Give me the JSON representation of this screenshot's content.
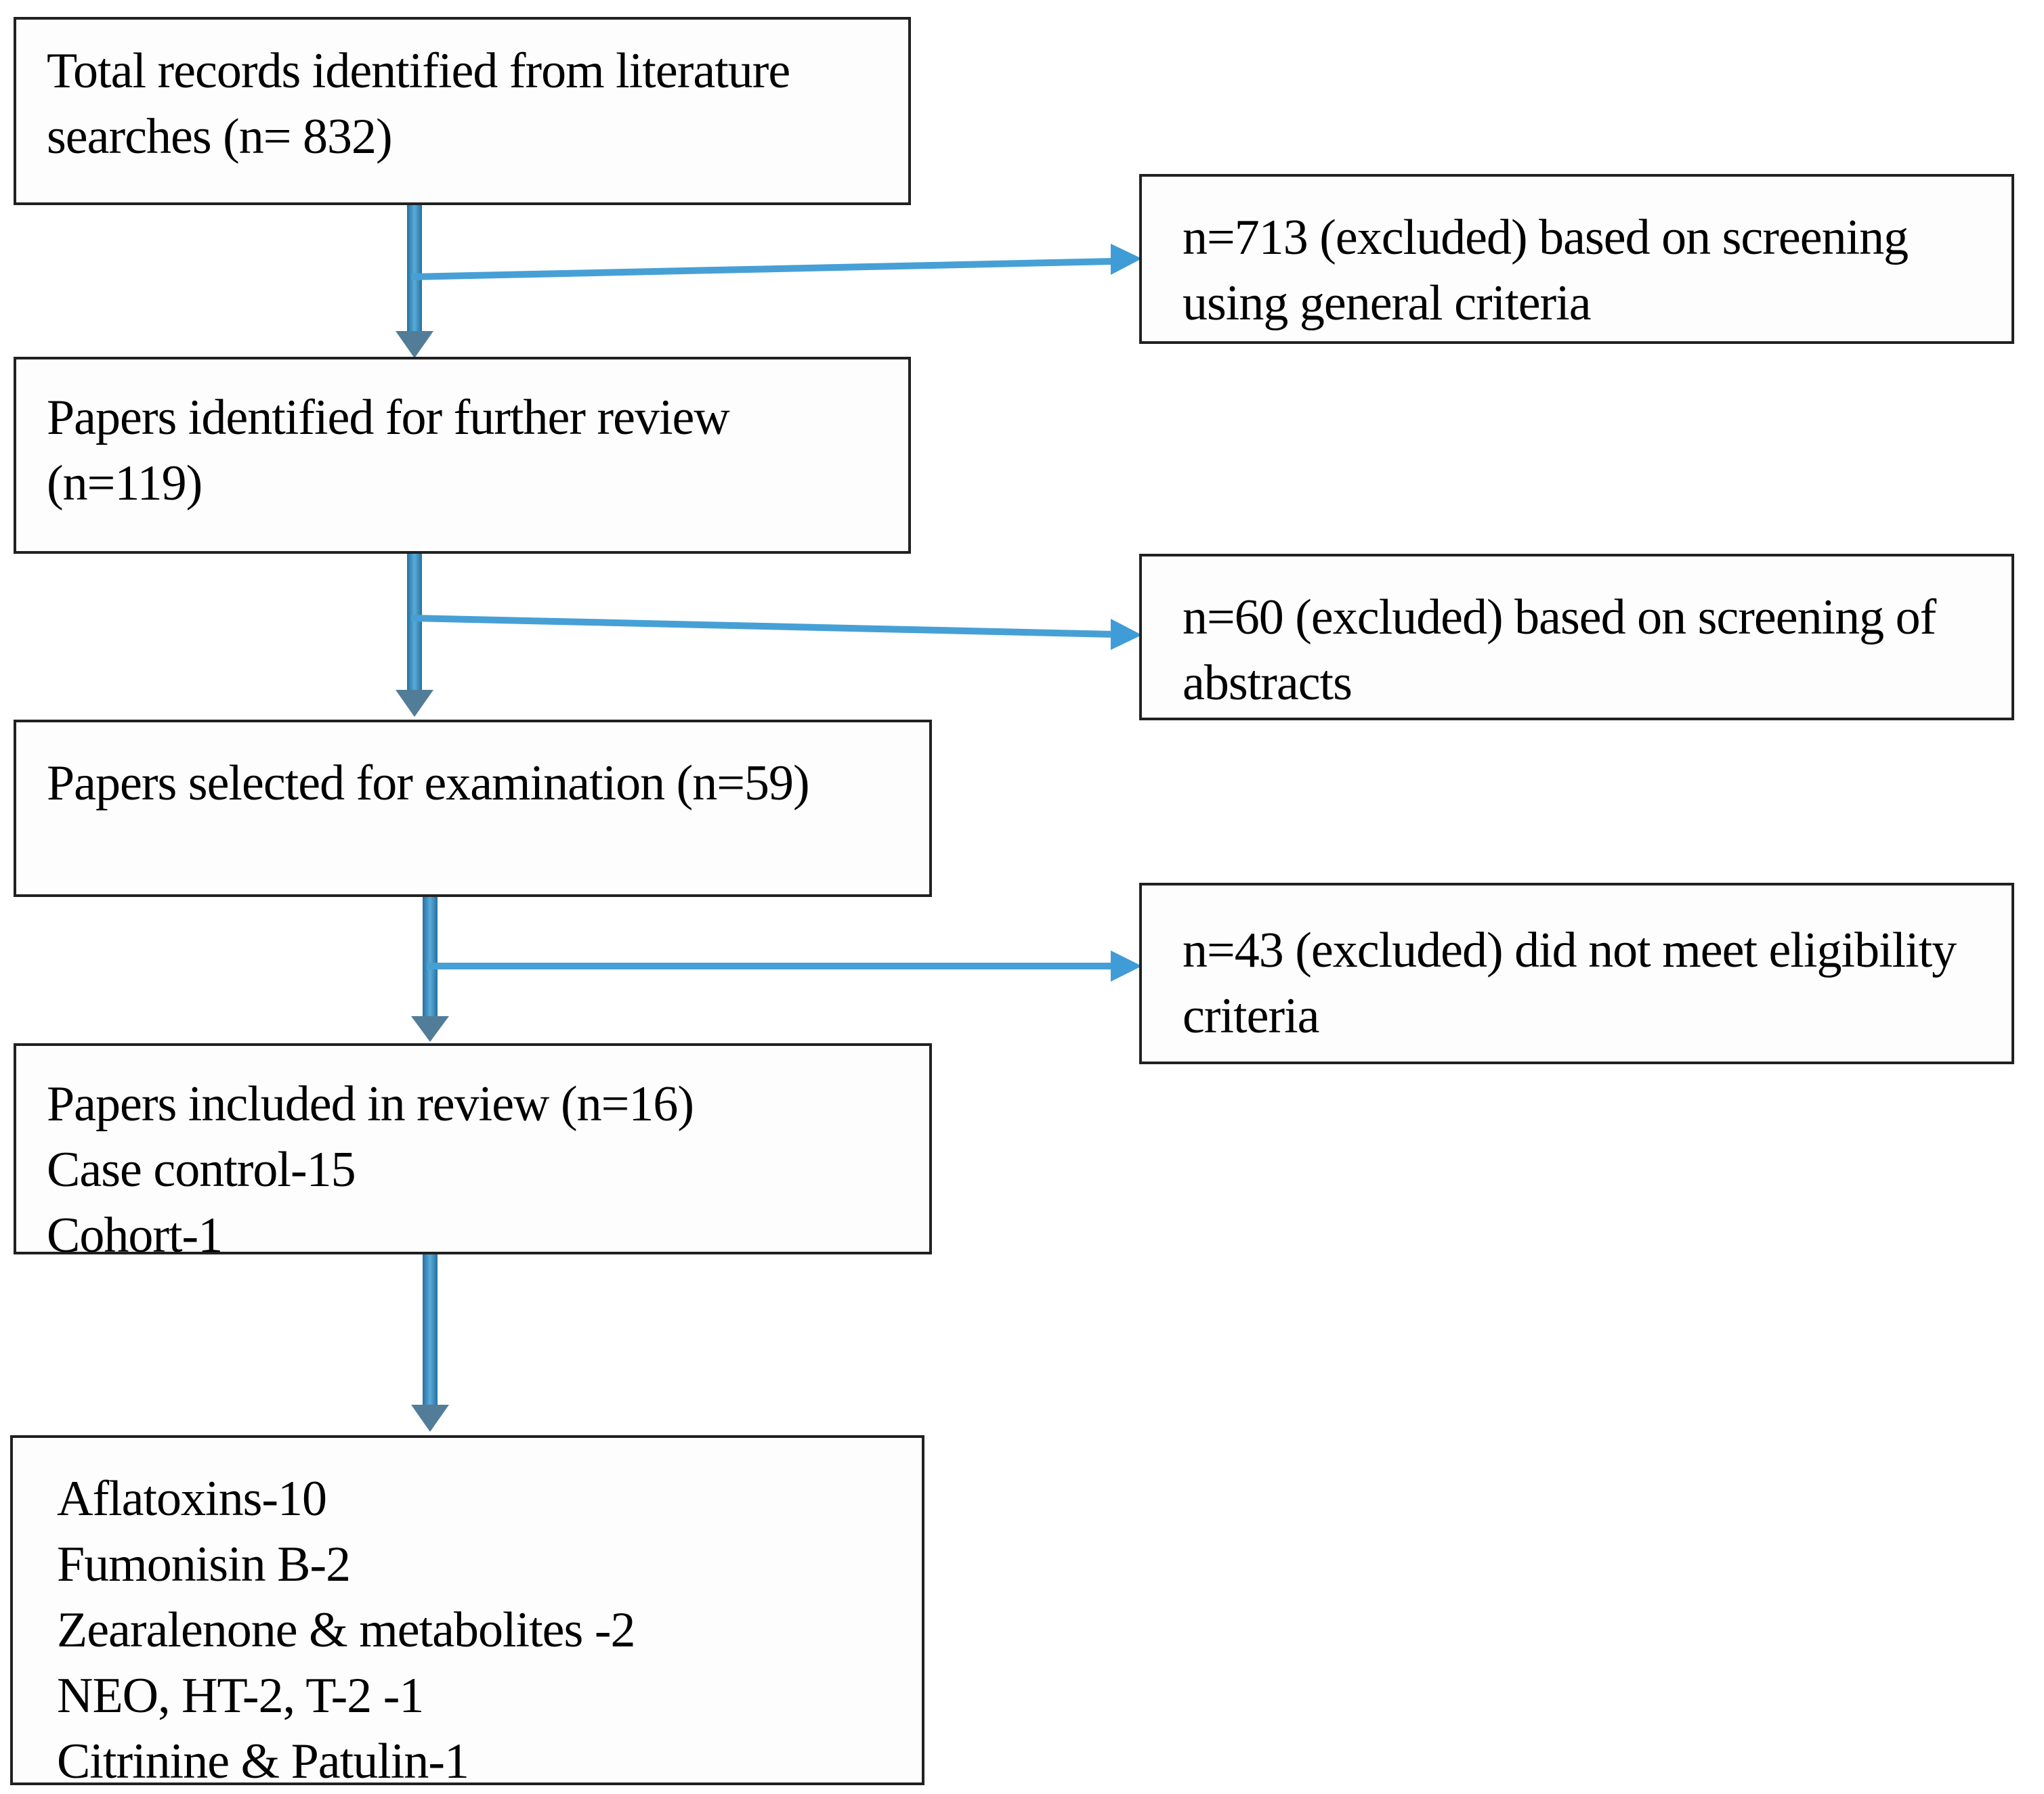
{
  "diagram": {
    "title": "Literature screening flow diagram",
    "main_boxes": [
      {
        "id": "records-identified",
        "lines": [
          "Total records identified from literature",
          "searches (n= 832)"
        ]
      },
      {
        "id": "papers-further-review",
        "lines": [
          "Papers identified for further review",
          "(n=119)"
        ]
      },
      {
        "id": "papers-selected",
        "lines": [
          "Papers selected for examination (n=59)"
        ]
      },
      {
        "id": "papers-included",
        "lines": [
          "Papers included in review (n=16)",
          "Case control-15",
          "Cohort-1"
        ]
      },
      {
        "id": "mycotoxin-breakdown",
        "lines": [
          "Aflatoxins-10",
          "Fumonisin B-2",
          "Zearalenone & metabolites -2",
          "NEO, HT-2, T-2 -1",
          "Citrinine & Patulin-1"
        ]
      }
    ],
    "exclusion_boxes": [
      {
        "id": "excluded-general",
        "lines": [
          "n=713 (excluded) based on screening",
          "using general criteria"
        ]
      },
      {
        "id": "excluded-abstracts",
        "lines": [
          "n=60 (excluded) based on screening of",
          "abstracts"
        ]
      },
      {
        "id": "excluded-eligibility",
        "lines": [
          "n=43 (excluded) did not meet eligibility",
          "criteria"
        ]
      }
    ],
    "connections": [
      {
        "from": "records-identified",
        "to": "papers-further-review"
      },
      {
        "from": "records-identified",
        "to": "excluded-general"
      },
      {
        "from": "papers-further-review",
        "to": "papers-selected"
      },
      {
        "from": "papers-further-review",
        "to": "excluded-abstracts"
      },
      {
        "from": "papers-selected",
        "to": "papers-included"
      },
      {
        "from": "papers-selected",
        "to": "excluded-eligibility"
      },
      {
        "from": "papers-included",
        "to": "mycotoxin-breakdown"
      }
    ],
    "palette": {
      "stem_blue_dark": "#24719f",
      "stem_blue_light": "#5aaad9",
      "vertical_arrowhead": "#527d99",
      "horizontal_line_blue": "#47a0d5",
      "horizontal_arrowhead": "#3f9cd6",
      "box_border": "#212121",
      "text_color": "#000000"
    }
  }
}
